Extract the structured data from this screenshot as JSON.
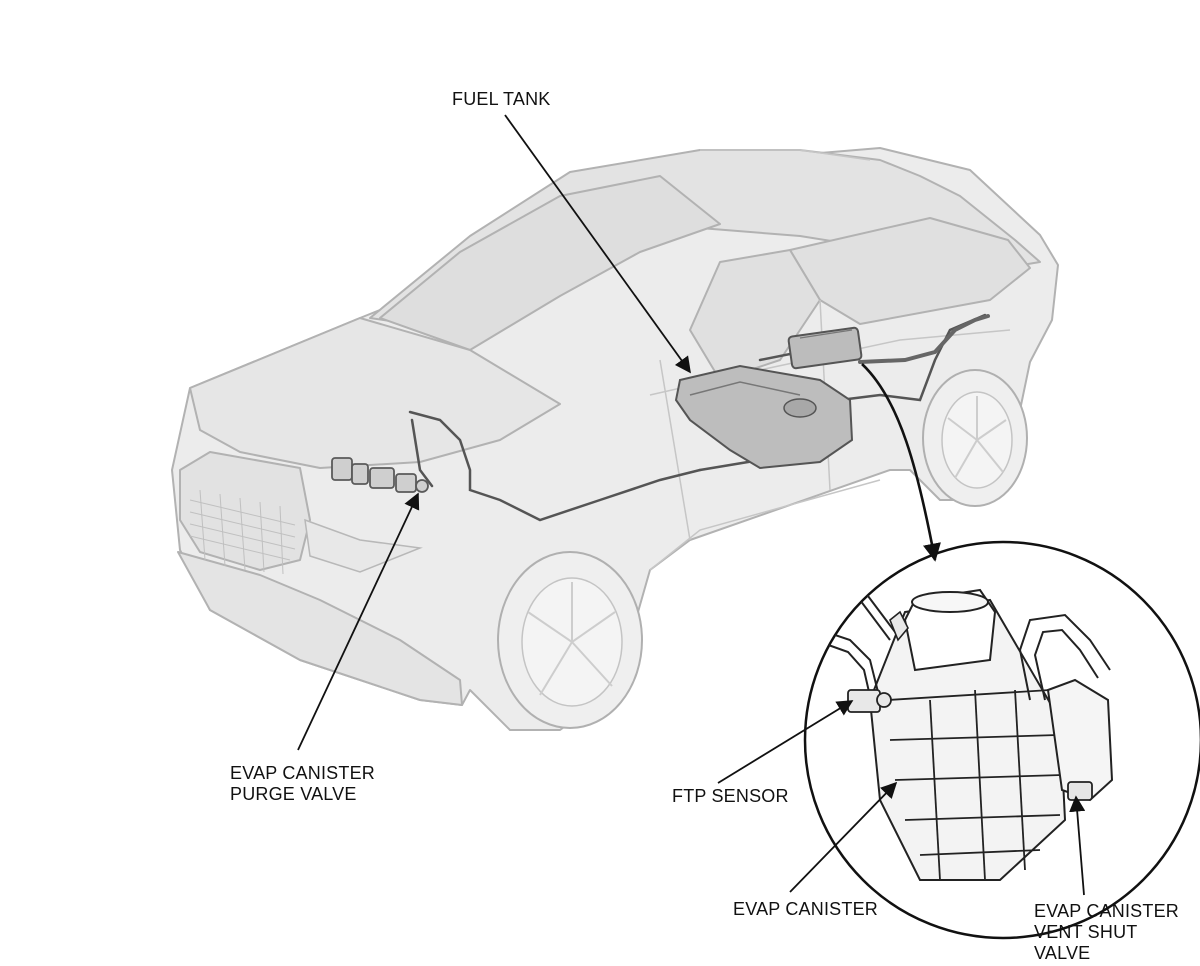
{
  "labels": {
    "fuel_tank": "FUEL TANK",
    "purge_valve": [
      "EVAP CANISTER",
      "PURGE VALVE"
    ],
    "ftp_sensor": "FTP SENSOR",
    "evap_canister": "EVAP CANISTER",
    "vent_shut_valve": [
      "EVAP CANISTER",
      "VENT SHUT",
      "VALVE"
    ]
  },
  "colors": {
    "line": "#111111",
    "body_fill": "#e9e9e9",
    "body_stroke": "#b4b4b4",
    "part_fill": "#c9c9c9",
    "part_stroke": "#6a6a6a"
  },
  "icons": {
    "vehicle": "suv-outline-illustration",
    "detail": "evap-canister-detail-inset"
  }
}
